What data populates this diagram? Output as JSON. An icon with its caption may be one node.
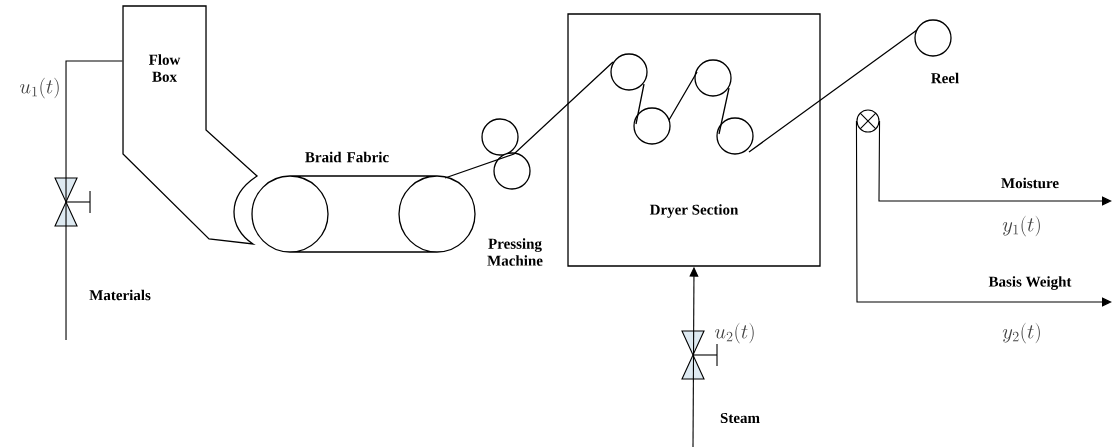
{
  "diagram": {
    "nodes": [
      {
        "text": [
          "Flow Box"
        ]
      },
      {
        "text": [
          "Dryer Section"
        ]
      },
      {
        "text": [],
        "shape": "circle"
      }
    ],
    "edges": [
      {
        "from": null,
        "to": 0,
        "arrow": "none",
        "label": "Materials"
      },
      {
        "from": null,
        "to": 1,
        "arrow": "to",
        "label": "Steam"
      },
      {
        "from": 2,
        "to": null,
        "arrow": "to",
        "label": "Moisture"
      },
      {
        "from": 2,
        "to": null,
        "arrow": "to",
        "label": "Basis Weight"
      }
    ],
    "labels": [
      "u_1(t)",
      "Braid Fabric",
      "Pressing Machine",
      "Reel",
      "y_1(t)",
      "u_2(t)",
      "y_2(t)"
    ]
  }
}
